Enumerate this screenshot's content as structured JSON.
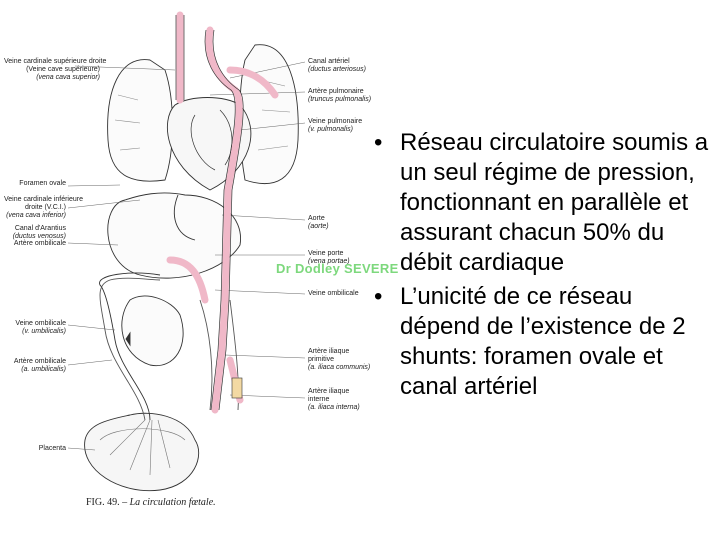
{
  "figure": {
    "labels_left": [
      {
        "name": "Veine cardinale supérieure droite",
        "alt": "(Veine cave supérieure)",
        "latin": "(vena cava superior)"
      },
      {
        "name": "Foramen ovale",
        "alt": "",
        "latin": ""
      },
      {
        "name": "Veine cardinale inférieure",
        "alt": "droite (V.C.I.)",
        "latin": "(vena cava inferior)"
      },
      {
        "name": "Canal d'Arantius",
        "alt": "",
        "latin": "(ductus venosus)"
      },
      {
        "name": "Artère ombilicale",
        "alt": "",
        "latin": ""
      },
      {
        "name": "Veine ombilicale",
        "alt": "",
        "latin": "(v. umbilicalis)"
      },
      {
        "name": "Artère ombilicale",
        "alt": "",
        "latin": "(a. umbilicalis)"
      },
      {
        "name": "Placenta",
        "alt": "",
        "latin": ""
      }
    ],
    "labels_right": [
      {
        "name": "Canal artériel",
        "alt": "",
        "latin": "(ductus arteriosus)"
      },
      {
        "name": "Artère pulmonaire",
        "alt": "",
        "latin": "(truncus pulmonalis)"
      },
      {
        "name": "Veine pulmonaire",
        "alt": "",
        "latin": "(v. pulmonalis)"
      },
      {
        "name": "Aorte",
        "alt": "",
        "latin": "(aorte)"
      },
      {
        "name": "Veine porte",
        "alt": "",
        "latin": "(vena portae)"
      },
      {
        "name": "Veine ombilicale",
        "alt": "",
        "latin": ""
      },
      {
        "name": "Artère iliaque",
        "alt": "primitive",
        "latin": "(a. iliaca communis)"
      },
      {
        "name": "Artère iliaque",
        "alt": "interne",
        "latin": "(a. iliaca interna)"
      }
    ],
    "caption_num": "FIG. 49. –",
    "caption_title": "La circulation fœtale.",
    "watermark": "Dr Dodley SEVERE",
    "colors": {
      "vessel": "#f0b8c8",
      "ink": "#333333"
    }
  },
  "bullets": [
    "Réseau circulatoire soumis a un seul régime de pression, fonctionnant en parallèle et assurant chacun 50% du débit cardiaque",
    "L’unicité de ce réseau dépend de l’existence de 2 shunts: foramen ovale et canal artériel"
  ],
  "bullet_glyph": "•"
}
